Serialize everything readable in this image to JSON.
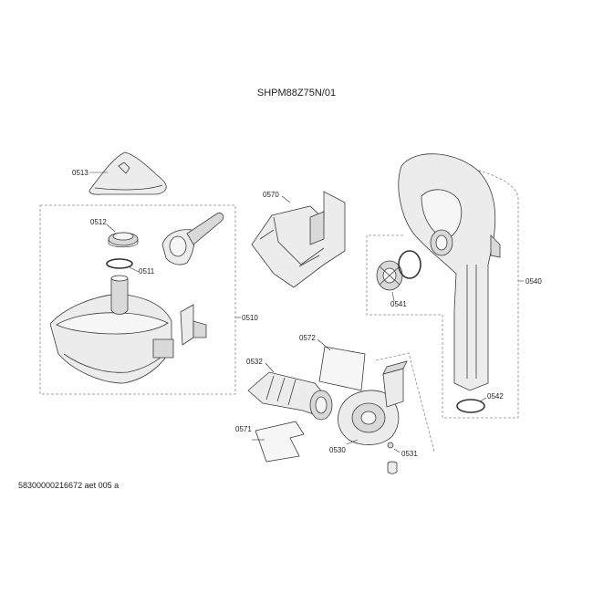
{
  "diagram": {
    "title": "SHPM88Z75N/01",
    "doc_id": "58300000216672 aet 005 a",
    "labels": {
      "p0513": "0513",
      "p0512": "0512",
      "p0511": "0511",
      "p0510": "0510",
      "p0570": "0570",
      "p0540": "0540",
      "p0541": "0541",
      "p0572": "0572",
      "p0532": "0532",
      "p0571": "0571",
      "p0530": "0530",
      "p0531": "0531",
      "p0542": "0542"
    }
  }
}
